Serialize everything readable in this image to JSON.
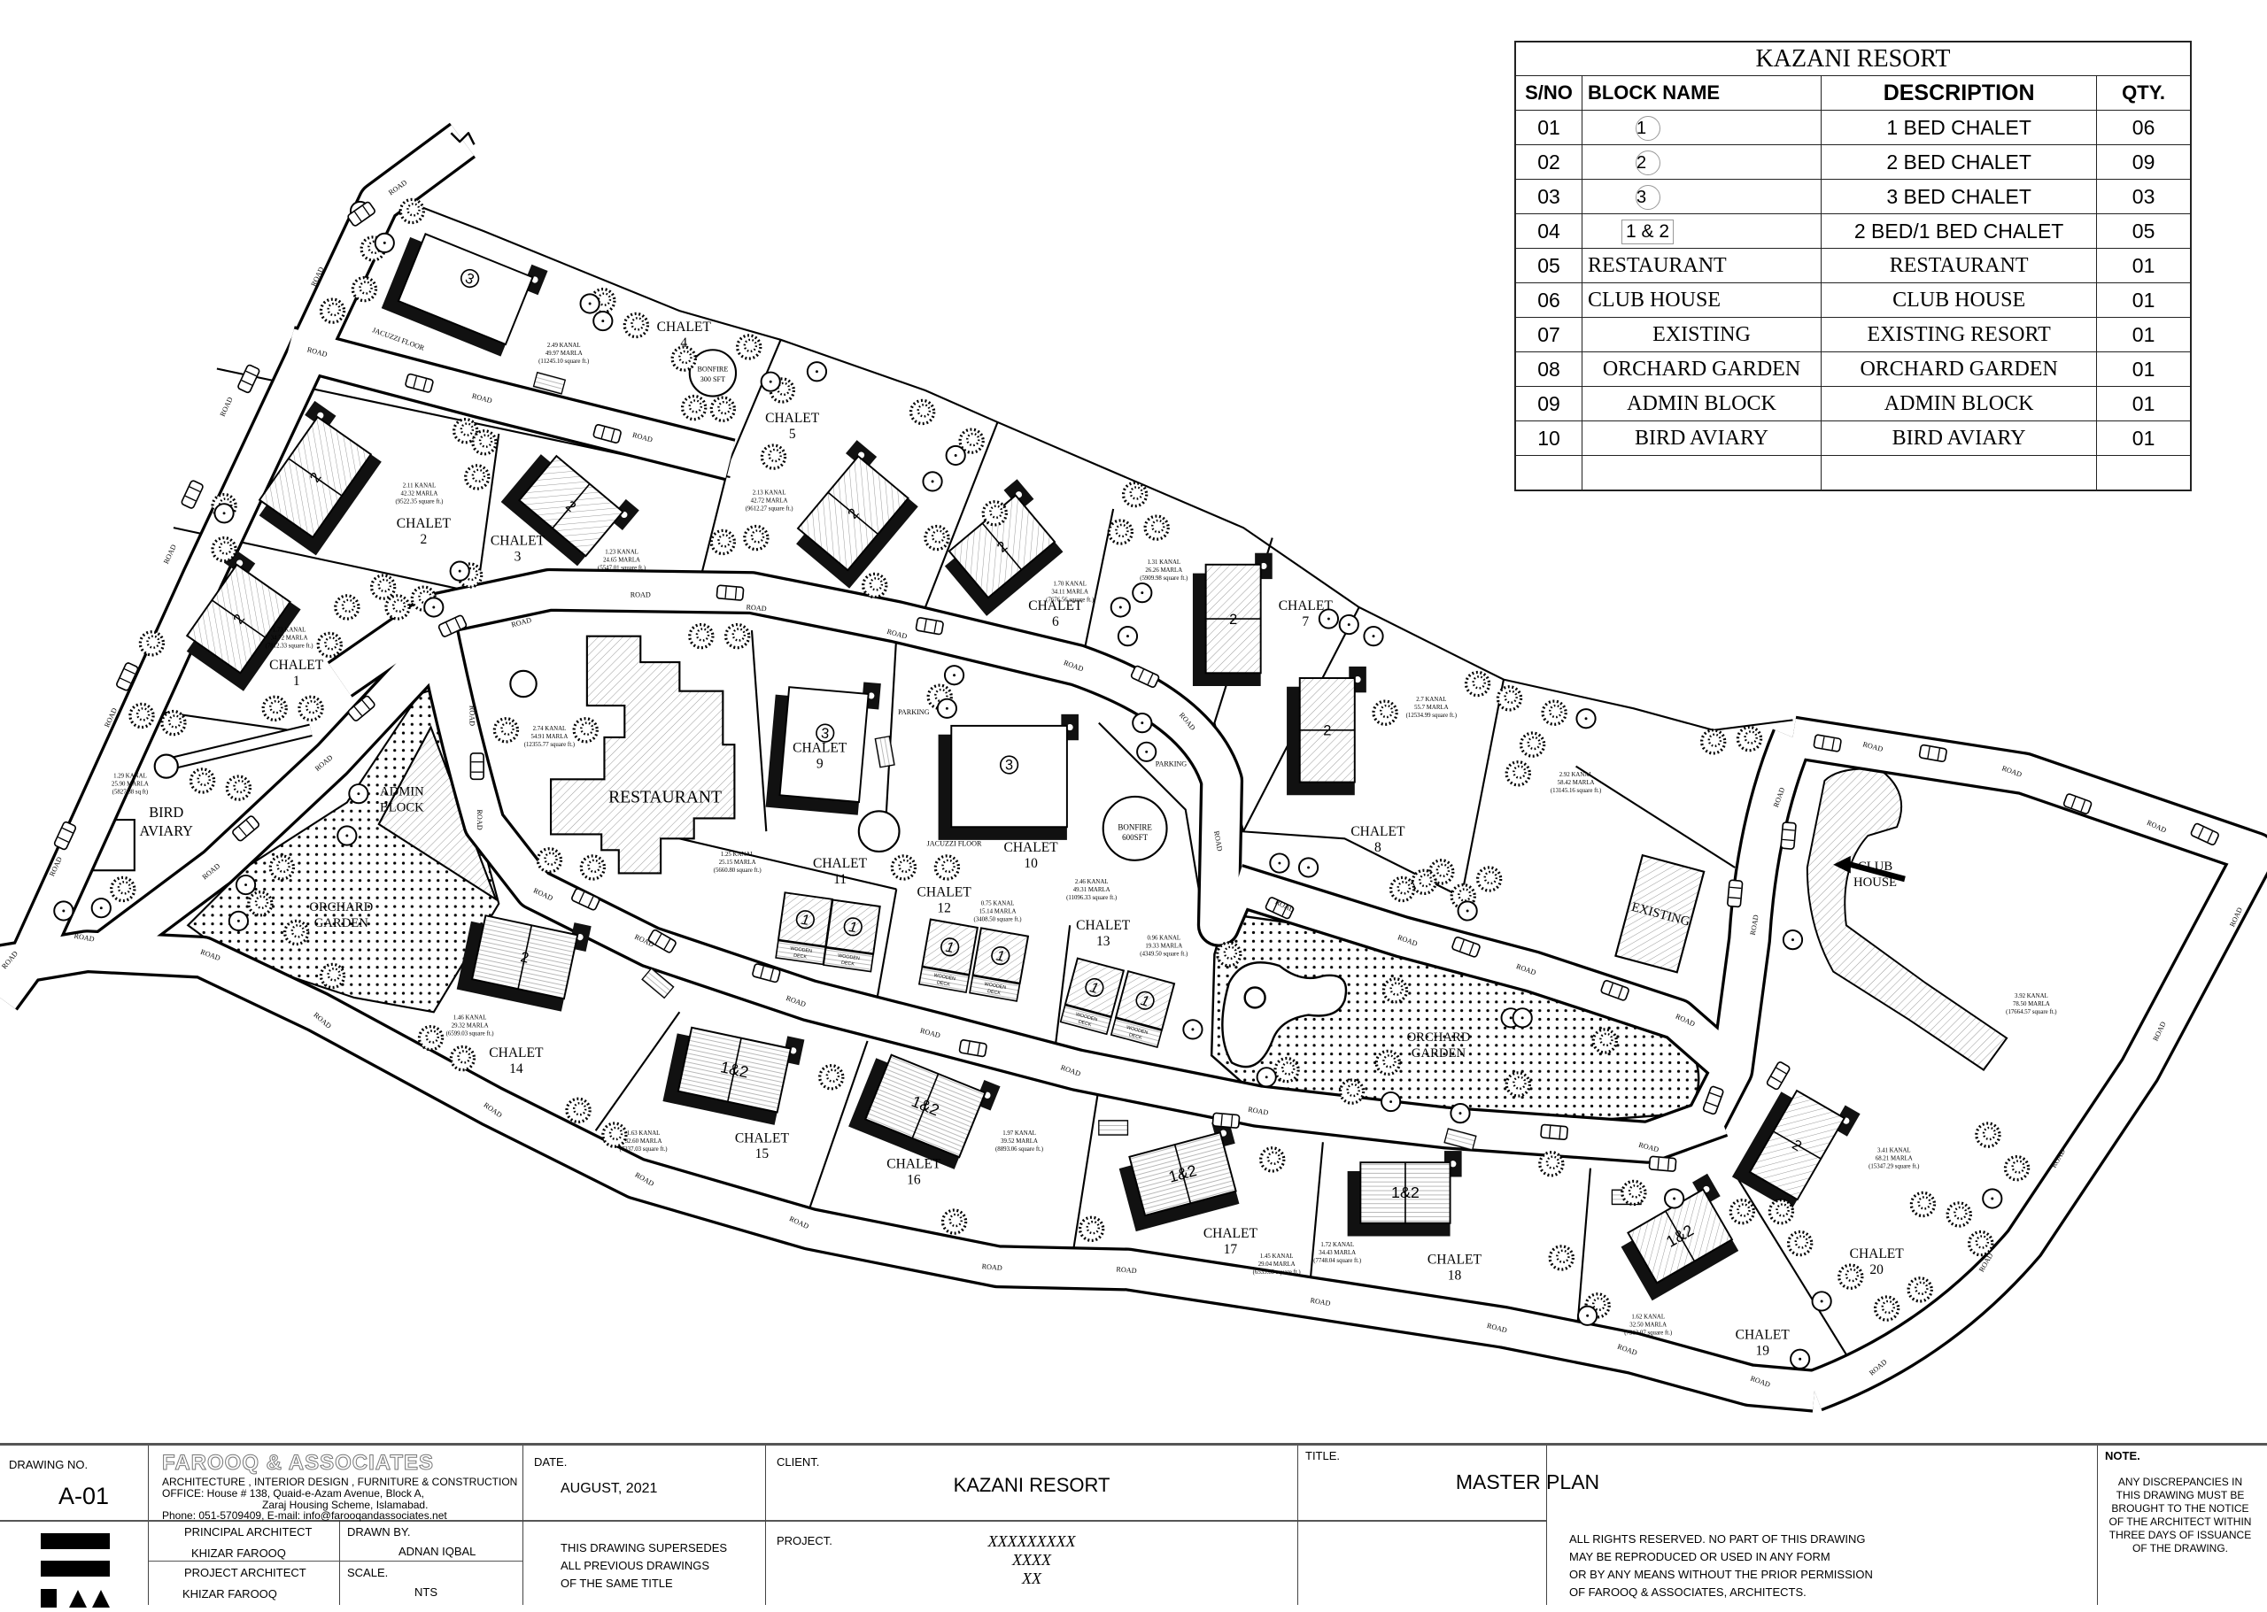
{
  "schedule": {
    "title": "KAZANI RESORT",
    "headers": [
      "S/NO",
      "BLOCK NAME",
      "DESCRIPTION",
      "QTY."
    ],
    "rows": [
      [
        "01",
        "1",
        "1 BED CHALET",
        "06"
      ],
      [
        "02",
        "2",
        "2 BED CHALET",
        "09"
      ],
      [
        "03",
        "3",
        "3 BED CHALET",
        "03"
      ],
      [
        "04",
        "1 & 2",
        "2 BED/1 BED CHALET",
        "05"
      ],
      [
        "05",
        "RESTAURANT",
        "RESTAURANT",
        "01"
      ],
      [
        "06",
        "CLUB HOUSE",
        "CLUB HOUSE",
        "01"
      ],
      [
        "07",
        "EXISTING",
        "EXISTING RESORT",
        "01"
      ],
      [
        "08",
        "ORCHARD GARDEN",
        "ORCHARD GARDEN",
        "01"
      ],
      [
        "09",
        "ADMIN BLOCK",
        "ADMIN BLOCK",
        "01"
      ],
      [
        "10",
        "BIRD AVIARY",
        "BIRD AVIARY",
        "01"
      ]
    ]
  },
  "title_block": {
    "drawing_no_label": "DRAWING NO.",
    "drawing_no": "A-01",
    "firm_name": "FAROOQ & ASSOCIATES",
    "firm_services": "ARCHITECTURE , INTERIOR DESIGN , FURNITURE & CONSTRUCTION",
    "firm_office": "OFFICE: House # 138, Quaid-e-Azam Avenue, Block A,",
    "firm_office2": "Zaraj Housing Scheme, Islamabad.",
    "firm_contact": "Phone: 051-5709409, E-mail: info@farooqandassociates.net",
    "principal_label": "PRINCIPAL ARCHITECT",
    "principal": "KHIZAR FAROOQ",
    "project_arch_label": "PROJECT ARCHITECT",
    "project_arch": "KHIZAR FAROOQ",
    "drawn_by_label": "DRAWN BY.",
    "drawn_by": "ADNAN IQBAL",
    "scale_label": "SCALE.",
    "scale": "NTS",
    "date_label": "DATE.",
    "date": "AUGUST, 2021",
    "supersede": [
      "THIS DRAWING SUPERSEDES",
      "ALL PREVIOUS DRAWINGS",
      "OF THE SAME TITLE"
    ],
    "client_label": "CLIENT.",
    "client": "KAZANI RESORT",
    "project_label": "PROJECT.",
    "project": [
      "XXXXXXXXX",
      "XXXX",
      "XX"
    ],
    "title_label": "TITLE.",
    "title": "MASTER PLAN",
    "rights": [
      "ALL RIGHTS RESERVED. NO PART OF THIS DRAWING",
      "MAY BE REPRODUCED OR USED IN ANY FORM",
      "OR BY ANY MEANS WITHOUT THE PRIOR PERMISSION",
      "OF FAROOQ & ASSOCIATES, ARCHITECTS."
    ],
    "note_label": "NOTE.",
    "note": [
      "ANY DISCREPANCIES IN",
      "THIS DRAWING MUST BE",
      "BROUGHT TO THE NOTICE",
      "OF THE ARCHITECT WITHIN",
      "THREE DAYS OF ISSUANCE",
      "OF THE DRAWING."
    ]
  },
  "plan": {
    "road_label": "ROAD",
    "chalet_word": "CHALET",
    "chalet_numbers": [
      "1",
      "2",
      "3",
      "4",
      "5",
      "6",
      "7",
      "8",
      "9",
      "10",
      "11",
      "12",
      "13",
      "14",
      "15",
      "16",
      "17",
      "18",
      "19",
      "20"
    ],
    "building_numbers": [
      "3",
      "2",
      "2",
      "2",
      "2",
      "2",
      "2",
      "2",
      "3",
      "3",
      "2",
      "1&2",
      "1&2",
      "1&2",
      "1&2",
      "1&2",
      "2",
      "1",
      "1",
      "1",
      "1",
      "1",
      "1"
    ],
    "wooden_deck": [
      "WOODEN",
      "DECK"
    ],
    "areas": [
      {
        "kanal": "2.49 KANAL",
        "marla": "49.97 MARLA",
        "sqft": "(11245.10 square ft.)"
      },
      {
        "kanal": "2.11 KANAL",
        "marla": "42.32 MARLA",
        "sqft": "(9522.35 square ft.)"
      },
      {
        "kanal": "1.23 KANAL",
        "marla": "24.65 MARLA",
        "sqft": "(5547.01 square ft.)"
      },
      {
        "kanal": "2.13 KANAL",
        "marla": "42.72 MARLA",
        "sqft": "(9612.27 square ft.)"
      },
      {
        "kanal": "1.73 KANAL",
        "marla": "34.72 MARLA",
        "sqft": "(7812.33 square ft.)"
      },
      {
        "kanal": "1.70 KANAL",
        "marla": "34.11 MARLA",
        "sqft": "(7676.56 square ft.)"
      },
      {
        "kanal": "1.31 KANAL",
        "marla": "26.26 MARLA",
        "sqft": "(5909.98 square ft.)"
      },
      {
        "kanal": "2.7 KANAL",
        "marla": "55.7 MARLA",
        "sqft": "(12534.99 square ft.)"
      },
      {
        "kanal": "2.92 KANAL",
        "marla": "58.42 MARLA",
        "sqft": "(13145.16 square ft.)"
      },
      {
        "kanal": "1.29 KANAL",
        "marla": "25.90 MARLA",
        "sqft": "(5827.88 sq ft)"
      },
      {
        "kanal": "2.74 KANAL",
        "marla": "54.91 MARLA",
        "sqft": "(12355.77 square ft.)"
      },
      {
        "kanal": "1.25 KANAL",
        "marla": "25.15 MARLA",
        "sqft": "(5660.80 square ft.)"
      },
      {
        "kanal": "0.75 KANAL",
        "marla": "15.14 MARLA",
        "sqft": "(3408.50 square ft.)"
      },
      {
        "kanal": "2.46 KANAL",
        "marla": "49.31 MARLA",
        "sqft": "(11096.33 square ft.)"
      },
      {
        "kanal": "0.96 KANAL",
        "marla": "19.33 MARLA",
        "sqft": "(4349.50 square ft.)"
      },
      {
        "kanal": "1.46 KANAL",
        "marla": "29.32 MARLA",
        "sqft": "(6599.03 square ft.)"
      },
      {
        "kanal": "1.63 KANAL",
        "marla": "32.60 MARLA",
        "sqft": "(7337.03 square ft.)"
      },
      {
        "kanal": "1.97 KANAL",
        "marla": "39.52 MARLA",
        "sqft": "(8893.06 square ft.)"
      },
      {
        "kanal": "1.45 KANAL",
        "marla": "29.04 MARLA",
        "sqft": "(6535.89 square ft.)"
      },
      {
        "kanal": "1.72 KANAL",
        "marla": "34.43 MARLA",
        "sqft": "(7748.04 square ft.)"
      },
      {
        "kanal": "1.62 KANAL",
        "marla": "32.50 MARLA",
        "sqft": "(7313.07 square ft.)"
      },
      {
        "kanal": "3.41 KANAL",
        "marla": "68.21 MARLA",
        "sqft": "(15347.29 square ft.)"
      },
      {
        "kanal": "3.92 KANAL",
        "marla": "78.50 MARLA",
        "sqft": "(17664.57 square ft.)"
      }
    ],
    "features": {
      "restaurant": "RESTAURANT",
      "admin": [
        "ADMIN",
        "BLOCK"
      ],
      "orchard": [
        "ORCHARD",
        "GARDEN"
      ],
      "bird": [
        "BIRD",
        "AVIARY"
      ],
      "existing": "EXISTING",
      "club": [
        "CLUB",
        "HOUSE"
      ],
      "bonfire_small": [
        "BONFIRE",
        "300 SFT"
      ],
      "bonfire_large": [
        "BONFIRE",
        "600SFT"
      ],
      "parking": "PARKING",
      "jacuzzi": "JACUZZI FLOOR"
    }
  }
}
